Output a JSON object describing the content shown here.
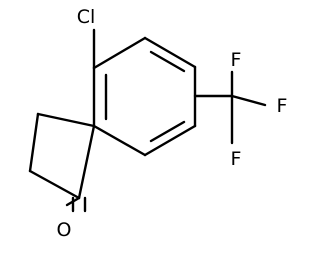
{
  "molecule": {
    "atoms": {
      "chlorine": "Cl",
      "oxygen": "O",
      "fluorine_top": "F",
      "fluorine_right": "F",
      "fluorine_bottom": "F"
    }
  }
}
